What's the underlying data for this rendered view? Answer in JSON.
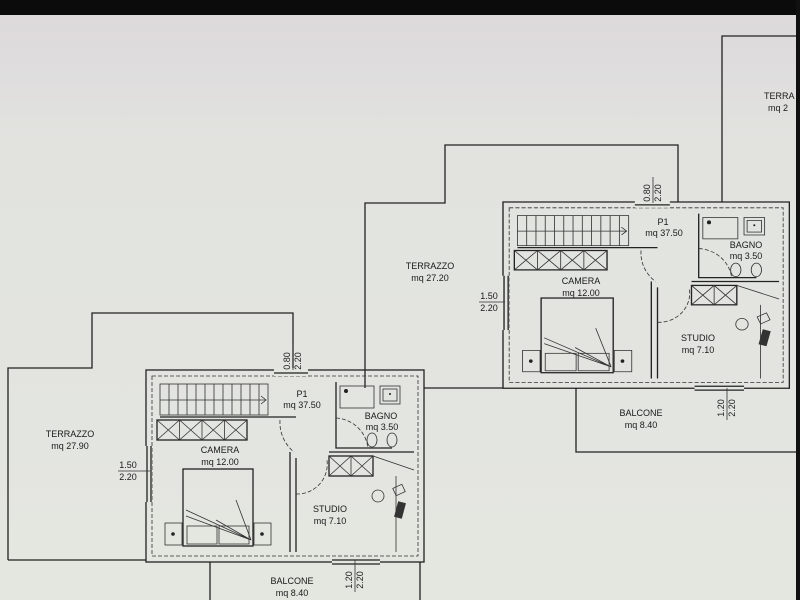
{
  "units": [
    {
      "p1": {
        "name": "P1",
        "area": "mq 37.50"
      },
      "bagno": {
        "name": "BAGNO",
        "area": "mq 3.50"
      },
      "camera": {
        "name": "CAMERA",
        "area": "mq 12.00"
      },
      "studio": {
        "name": "STUDIO",
        "area": "mq 7.10"
      },
      "door_dim": {
        "width": "0.80",
        "height": "2.20"
      },
      "window_left_dim": {
        "width": "1.50",
        "height": "2.20"
      },
      "window_bottom_dim": {
        "width": "1.20",
        "height": "2.20"
      },
      "terrazzo": {
        "name": "TERRAZZO",
        "area": "mq 27.90"
      },
      "balcone": {
        "name": "BALCONE",
        "area": "mq 8.40"
      }
    },
    {
      "p1": {
        "name": "P1",
        "area": "mq 37.50"
      },
      "bagno": {
        "name": "BAGNO",
        "area": "mq 3.50"
      },
      "camera": {
        "name": "CAMERA",
        "area": "mq 12.00"
      },
      "studio": {
        "name": "STUDIO",
        "area": "mq 7.10"
      },
      "door_dim": {
        "width": "0.80",
        "height": "2.20"
      },
      "window_left_dim": {
        "width": "1.50",
        "height": "2.20"
      },
      "window_bottom_dim": {
        "width": "1.20",
        "height": "2.20"
      },
      "terrazzo": {
        "name": "TERRAZZO",
        "area": "mq 27.20"
      },
      "balcone": {
        "name": "BALCONE",
        "area": "mq 8.40"
      }
    }
  ],
  "partial_terrace": {
    "name": "TERRA",
    "area": "mq 2"
  }
}
